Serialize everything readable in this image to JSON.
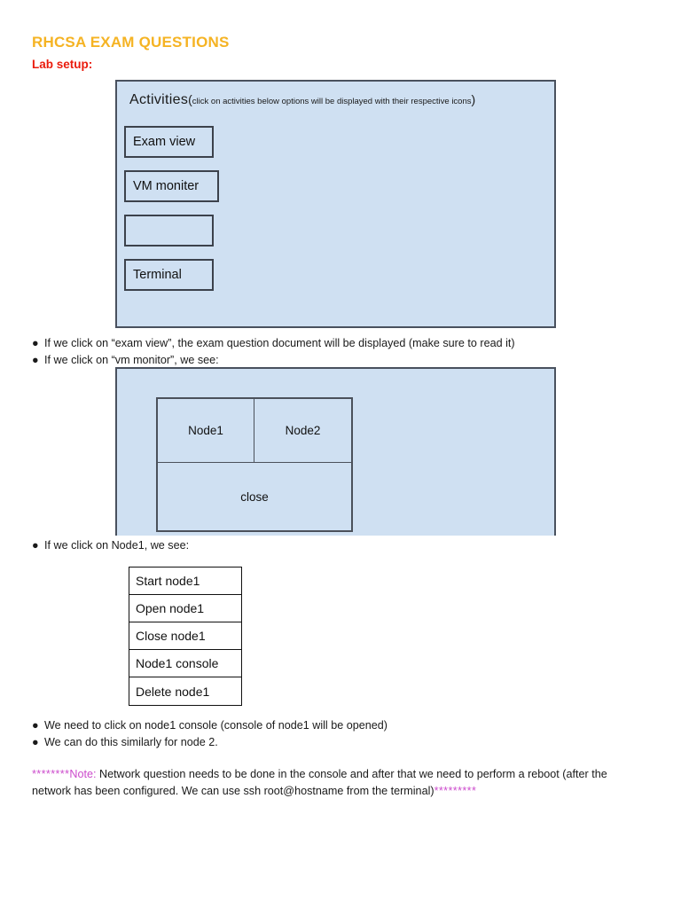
{
  "document": {
    "title": "RHCSA EXAM QUESTIONS",
    "section_label": "Lab setup:"
  },
  "colors": {
    "title": "#f5b323",
    "section_label": "#ea1c0d",
    "panel_fill": "#cfe0f2",
    "panel_border": "#49515e",
    "note_accent": "#cc4bcc",
    "body_text": "#1a1a1a"
  },
  "activities_panel": {
    "title": "Activities",
    "paren_open": "(",
    "note": "click on activities below options will be displayed with their respective icons",
    "paren_close": ")",
    "buttons": [
      {
        "label": "Exam view"
      },
      {
        "label": "VM moniter"
      },
      {
        "label": ""
      },
      {
        "label": "Terminal"
      }
    ]
  },
  "bullets": {
    "dot": "●",
    "exam_view": "If we click on “exam view”, the exam question document will be displayed (make sure to read it)",
    "vm_monitor": "If we click on “vm monitor”, we see:",
    "node1": "If we click on Node1, we see:",
    "node1_console": "We need to click on node1 console (console of node1 will be opened)",
    "node2": "We can do this similarly for node 2."
  },
  "vm_panel": {
    "nodes": [
      {
        "label": "Node1"
      },
      {
        "label": "Node2"
      }
    ],
    "close_label": "close"
  },
  "node1_menu": {
    "items": [
      {
        "label": "Start node1"
      },
      {
        "label": "Open node1"
      },
      {
        "label": "Close node1"
      },
      {
        "label": "Node1 console"
      },
      {
        "label": "Delete node1"
      }
    ]
  },
  "note": {
    "stars_left": "********",
    "label": "Note:",
    "body": " Network question needs to be done in the console and after that we need to perform a reboot (after the network has been configured. We can use ssh root@hostname from the terminal)",
    "stars_right": "*********"
  }
}
